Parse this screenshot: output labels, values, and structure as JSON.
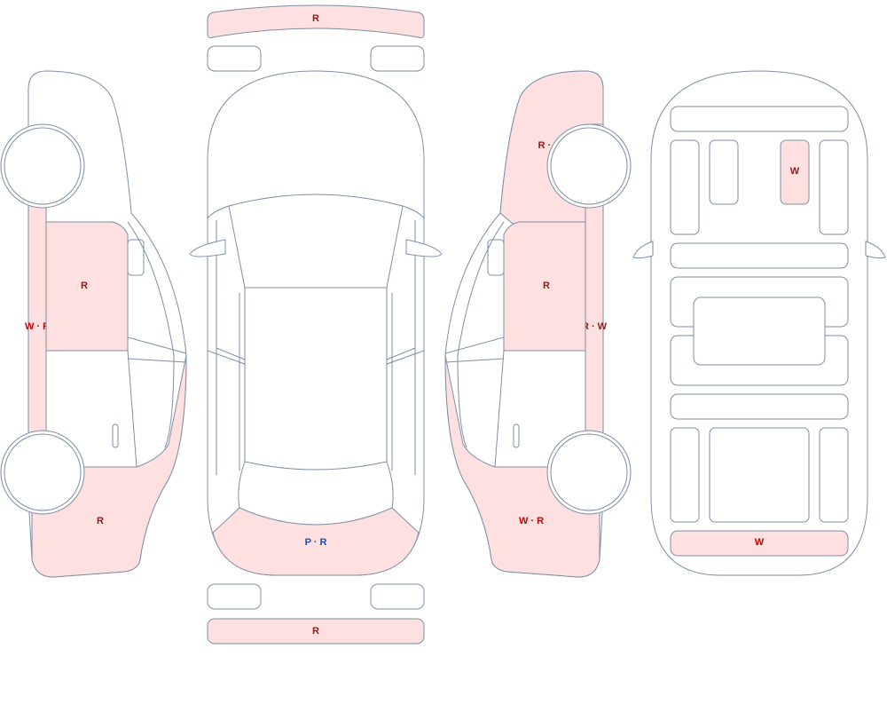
{
  "colors": {
    "damage_fill": "#fee0e0",
    "outline": "#7e8ea6",
    "label_red": "#cc0000",
    "label_dark": "#8a1c1c",
    "label_blue": "#1f4fb5"
  },
  "labels": {
    "front_bumper": "R",
    "rear_bumper": "R",
    "rear_panel": "P · R",
    "left_door": "R",
    "left_rocker": "W · R",
    "left_rear_quarter": "R",
    "right_front_fender": "R · P",
    "right_door": "R",
    "right_rocker": "R · W",
    "right_rear_quarter": "W · R",
    "interior_seat": "W",
    "interior_rear": "W"
  }
}
